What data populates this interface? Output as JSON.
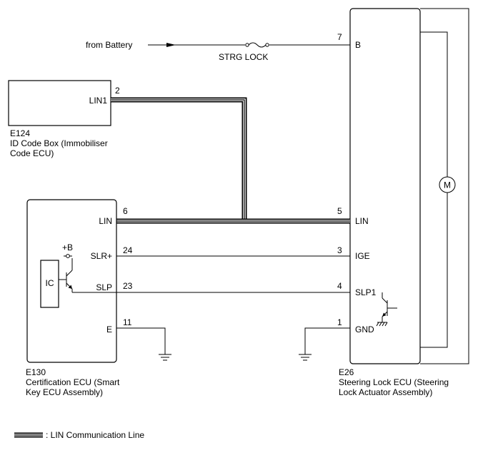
{
  "source": {
    "label": "from Battery"
  },
  "fuse": {
    "label": "STRG LOCK"
  },
  "id_box": {
    "code": "E124",
    "name_line1": "ID Code Box (Immobiliser",
    "name_line2": "Code ECU)",
    "pin_label": "LIN1",
    "pin_number": "2"
  },
  "cert_ecu": {
    "code": "E130",
    "name_line1": "Certification ECU (Smart",
    "name_line2": "Key ECU Assembly)",
    "ic_label": "IC",
    "supply_label": "+B",
    "pins": [
      {
        "label": "LIN",
        "number": "6"
      },
      {
        "label": "SLR+",
        "number": "24"
      },
      {
        "label": "SLP",
        "number": "23"
      },
      {
        "label": "E",
        "number": "11"
      }
    ]
  },
  "steer_ecu": {
    "code": "E26",
    "name_line1": "Steering Lock ECU (Steering",
    "name_line2": "Lock Actuator Assembly)",
    "motor_label": "M",
    "pins": [
      {
        "label": "B",
        "number": "7"
      },
      {
        "label": "LIN",
        "number": "5"
      },
      {
        "label": "IGE",
        "number": "3"
      },
      {
        "label": "SLP1",
        "number": "4"
      },
      {
        "label": "GND",
        "number": "1"
      }
    ]
  },
  "legend": {
    "label": ": LIN Communication Line"
  }
}
